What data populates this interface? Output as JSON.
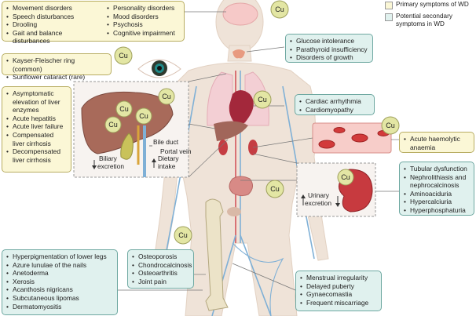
{
  "legend": {
    "primary_label": "Primary symptoms of WD",
    "secondary_label": "Potential secondary symptoms in WD",
    "primary_color": "#fbf7d6",
    "secondary_color": "#e0f1ee"
  },
  "cu_label": "Cu",
  "brain": {
    "col1": [
      "Movement disorders",
      "Speech disturbances",
      "Drooling",
      "Gait and balance disturbances"
    ],
    "col2": [
      "Personality disorders",
      "Mood disorders",
      "Psychosis",
      "Cognitive impairment"
    ]
  },
  "eye": {
    "items": [
      "Kayser-Fleischer ring (common)",
      "Sunflower cataract (rare)"
    ]
  },
  "liver": {
    "items": [
      "Asymptomatic elevation of liver enzymes",
      "Acute hepatitis",
      "Acute liver failure",
      "Compensated liver cirrhosis",
      "Decompensated liver cirrhosis"
    ],
    "bile_duct": "Bile duct",
    "portal_vein": "Portal vein",
    "biliary_excretion_1": "Biliary",
    "biliary_excretion_2": "excretion",
    "dietary_intake_1": "Dietary",
    "dietary_intake_2": "intake"
  },
  "endocrine": {
    "items": [
      "Glucose intolerance",
      "Parathyroid insufficiency",
      "Disorders of growth"
    ]
  },
  "heart": {
    "items": [
      "Cardiac arrhythmia",
      "Cardiomyopathy"
    ]
  },
  "blood": {
    "items": [
      "Acute haemolytic anaemia"
    ]
  },
  "kidney": {
    "items": [
      "Tubular dysfunction",
      "Nephrolithiasis and nephrocalcinosis",
      "Aminoaciduria",
      "Hypercalciuria",
      "Hyperphosphaturia"
    ],
    "urinary_1": "Urinary",
    "urinary_2": "excretion"
  },
  "skin": {
    "items": [
      "Hyperpigmentation of lower legs",
      "Azure lunulae of the nails",
      "Anetoderma",
      "Xerosis",
      "Acanthosis nigricans",
      "Subcutaneous lipomas",
      "Dermatomyositis"
    ]
  },
  "bone": {
    "items": [
      "Osteoporosis",
      "Chondrocalcinosis",
      "Osteoarthritis",
      "Joint pain"
    ]
  },
  "reproductive": {
    "items": [
      "Menstrual irregularity",
      "Delayed puberty",
      "Gynaecomastia",
      "Frequent miscarriage"
    ]
  }
}
